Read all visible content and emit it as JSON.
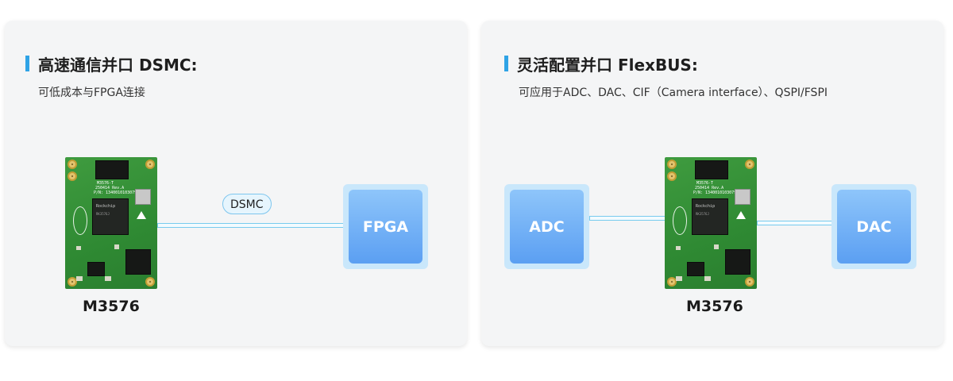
{
  "left_panel": {
    "title": "高速通信并口 DSMC:",
    "subtitle": "可低成本与FPGA连接",
    "board_label": "M3576",
    "connector_label": "DSMC",
    "target_box": "FPGA"
  },
  "right_panel": {
    "title": "灵活配置并口 FlexBUS:",
    "subtitle": "可应用于ADC、DAC、CIF（Camera interface）、QSPI/FSPI",
    "board_label": "M3576",
    "left_box": "ADC",
    "right_box": "DAC"
  },
  "board_silk": {
    "model": "M3576-T",
    "rev": "250414 Rev.A",
    "pn": "P/N: 1340010103079",
    "brand": "Rockchip",
    "chip": "RK3576J"
  },
  "colors": {
    "accent_bar": "#2fa3e6",
    "box_fill": "#6aaef5",
    "board_green": "#34903a"
  }
}
